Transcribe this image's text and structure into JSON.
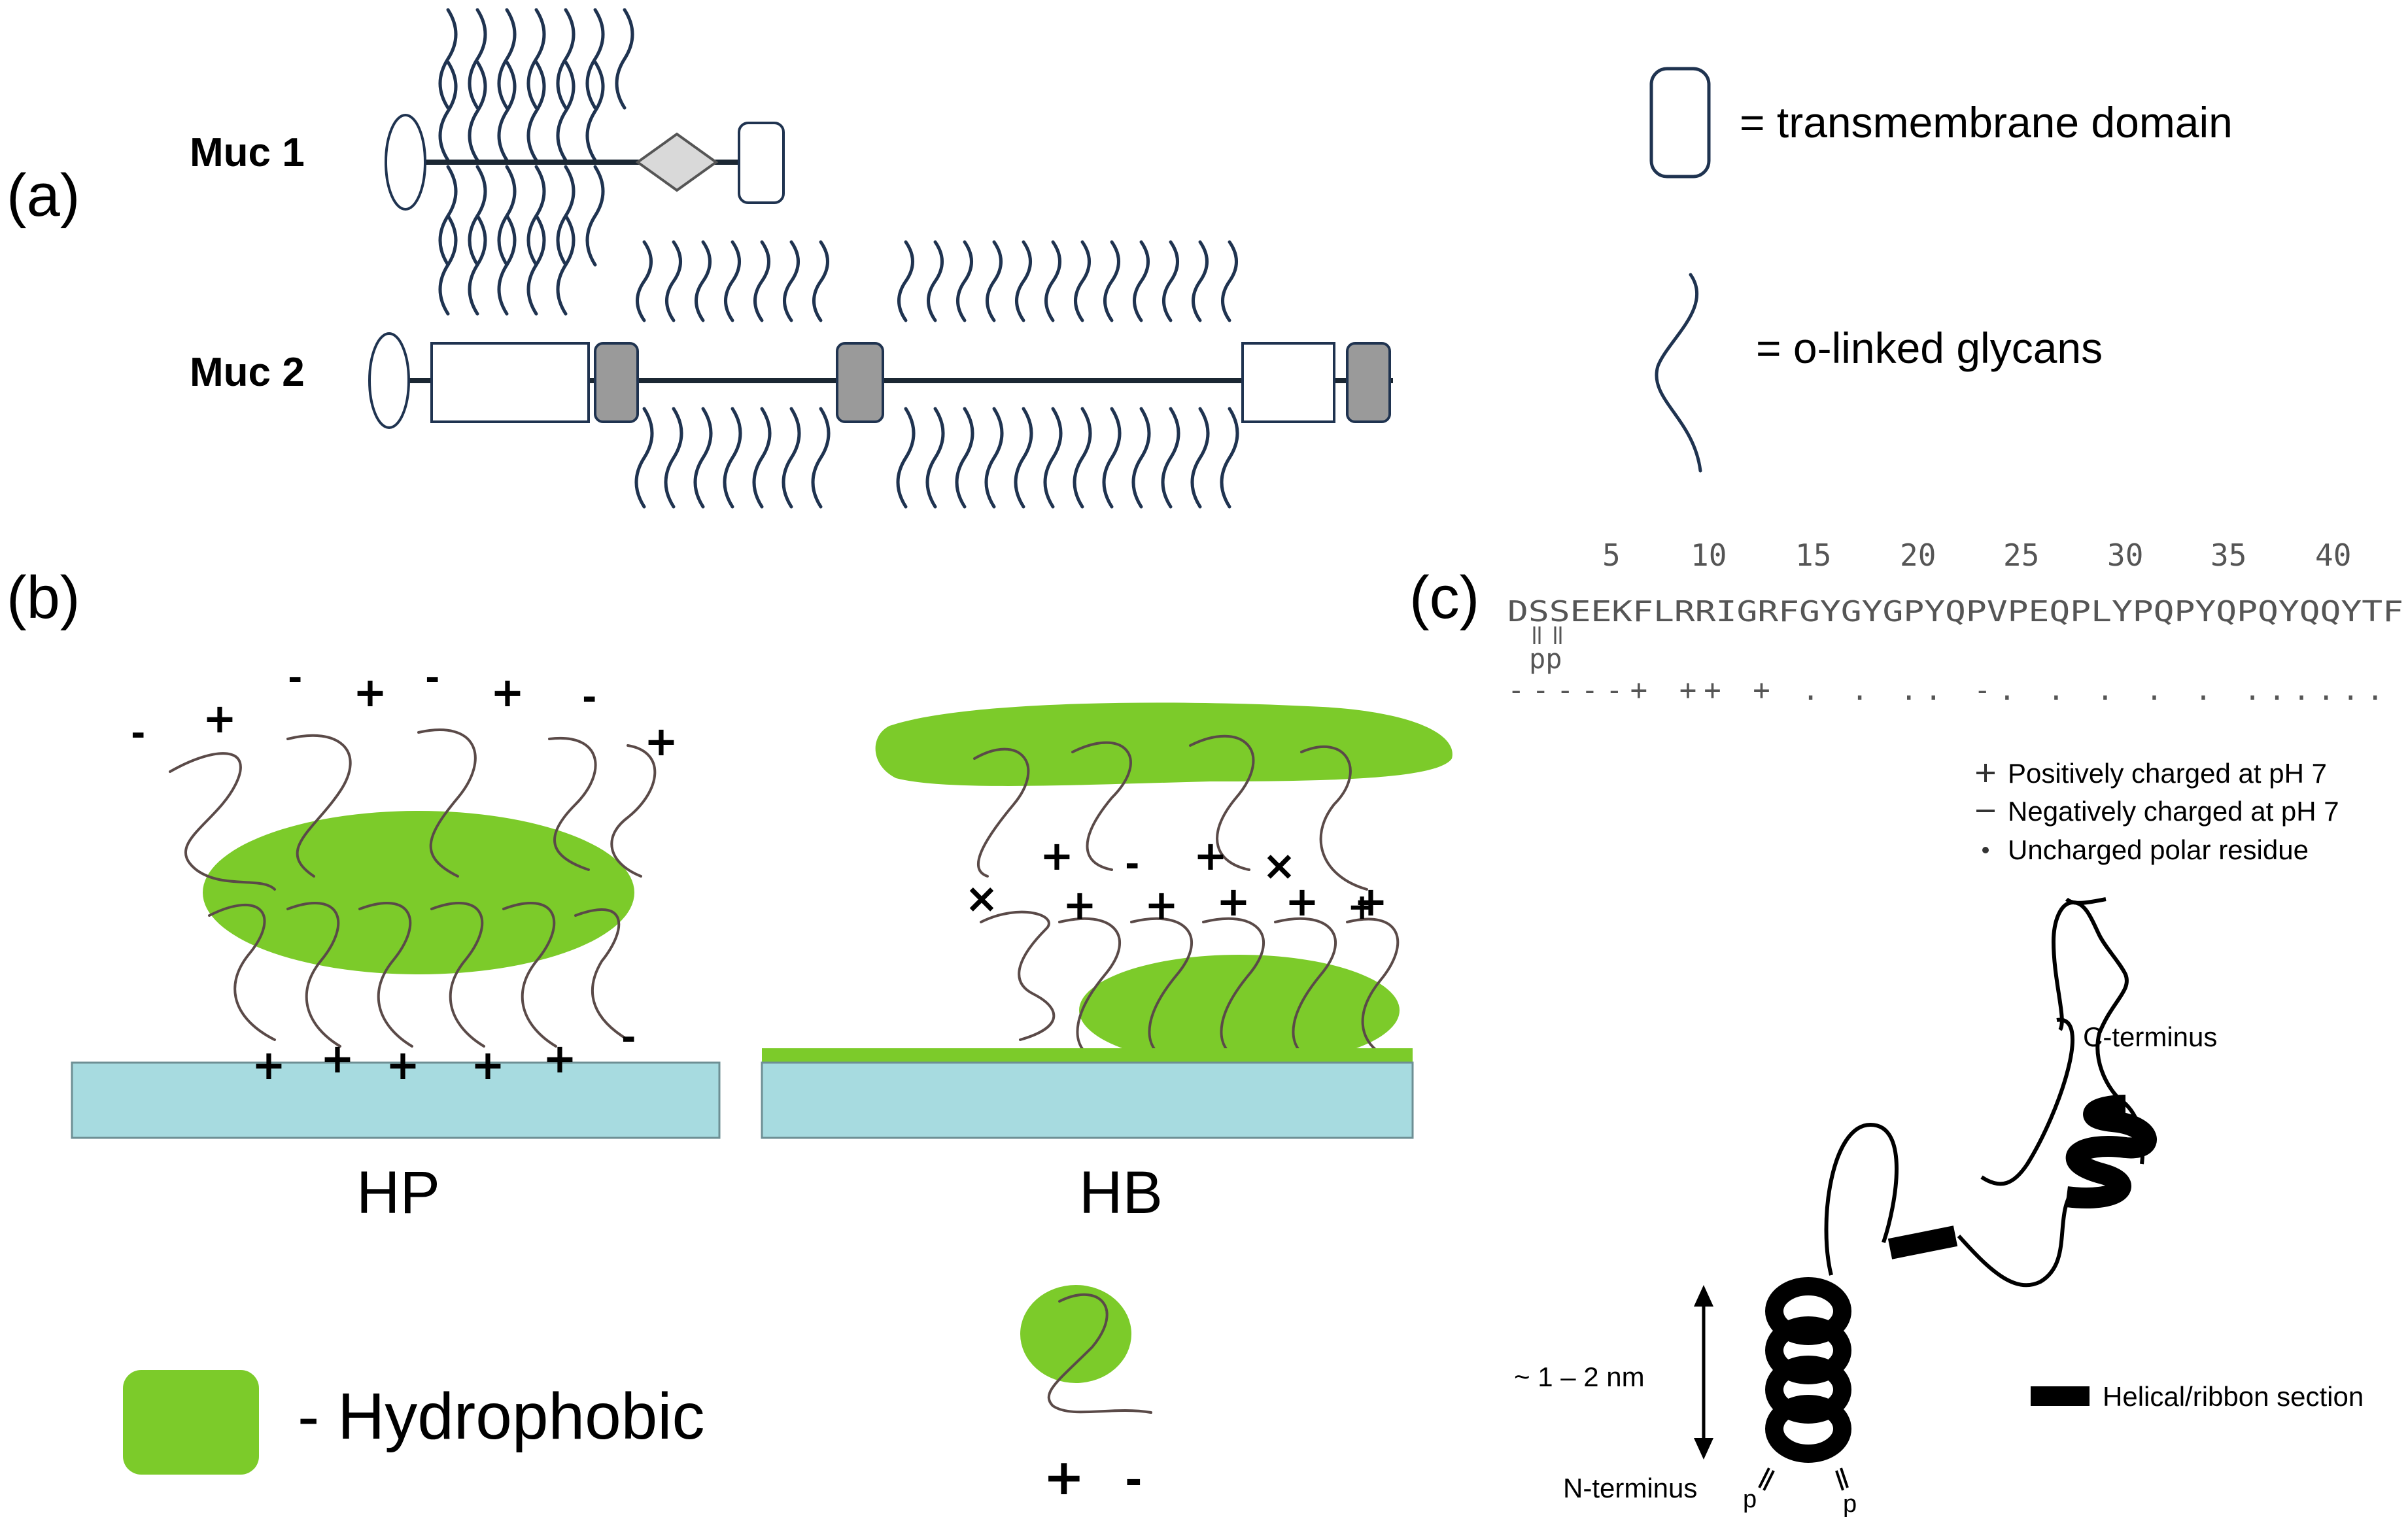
{
  "panel_a": {
    "label": "(a)",
    "muc1_label": "Muc 1",
    "muc2_label": "Muc 2",
    "legend_tm": "= transmembrane domain",
    "legend_glycan": "= o-linked glycans",
    "colors": {
      "glycan": "#1f3350",
      "domain_gray": "#9a9a9a"
    }
  },
  "panel_b": {
    "label": "(b)",
    "hp_label": "HP",
    "hb_label": "HB",
    "legend_hydrophobic": "- Hydrophobic",
    "hp_top_signs": [
      "-",
      "+",
      "-",
      "+",
      "-",
      "+",
      "-",
      "+"
    ],
    "hp_surface_signs": [
      "+",
      "+",
      "+",
      "+",
      "+",
      "-"
    ],
    "hb_middle_signs": [
      "+",
      "-",
      "+",
      "×"
    ],
    "hb_lower_signs": [
      "×",
      "+",
      "+",
      "+",
      "+",
      "+",
      "+"
    ],
    "legend_signs": [
      "+",
      "-"
    ],
    "colors": {
      "hydrophobic": "#7ccb2a",
      "substrate": "#a7dbe0"
    }
  },
  "panel_c": {
    "label": "(c)",
    "ruler": [
      "5",
      "10",
      "15",
      "20",
      "25",
      "30",
      "35",
      "40"
    ],
    "sequence": "DSSEEKFLRRIGRFGYGYGPYQPVPEQPLYPQPYQPQYQQYTF",
    "phospho_marks": "pp",
    "charge_line": "-----+  ++  +  .  .  ..  -.  .  .  .  .  ......",
    "legend_pos": "Positively charged at pH 7",
    "legend_neg": "Negatively charged at pH 7",
    "legend_polar": "Uncharged polar residue",
    "c_terminus": "C-terminus",
    "n_terminus": "N-terminus",
    "size_label": "~ 1 – 2 nm",
    "helix_legend": "Helical/ribbon section",
    "p_left": "p",
    "p_right": "p"
  }
}
